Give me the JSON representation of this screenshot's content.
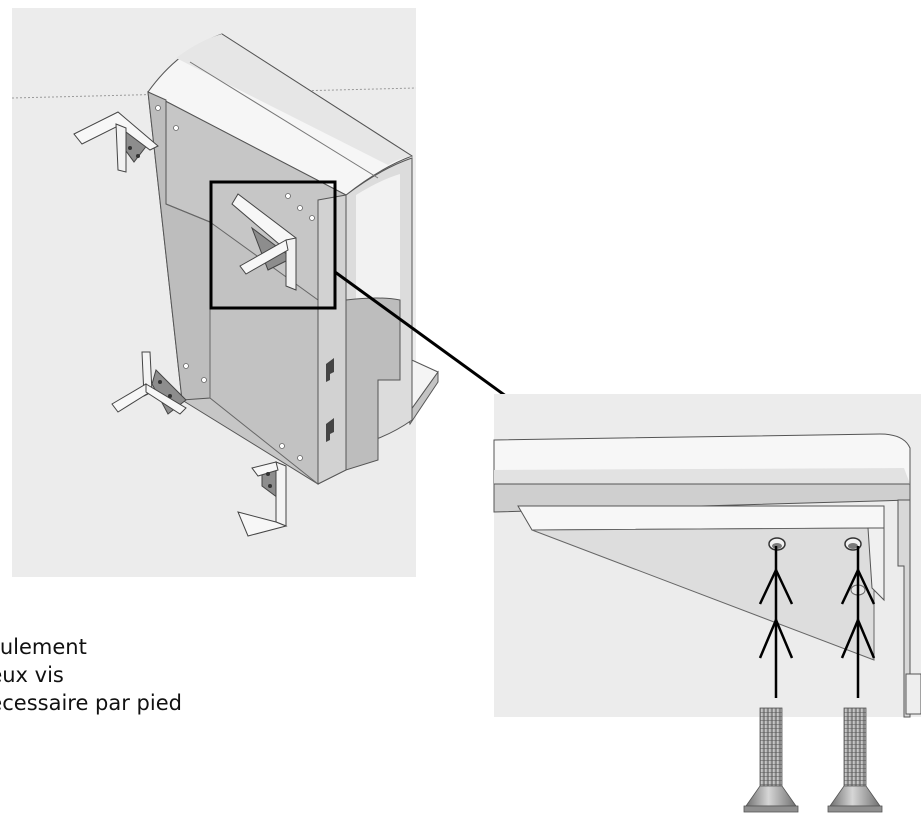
{
  "caption": {
    "lines": [
      "seulement",
      "deux vis",
      "nécessaire par pied"
    ]
  },
  "colors": {
    "scene_background": "#ececec",
    "model_face_light": "#f3f3f3",
    "model_face_mid": "#c9c9c9",
    "model_face_dark": "#a9a9a9",
    "bracket": "#f7f7f7",
    "gusset": "#8d8d8d",
    "highlight_box": "#000000",
    "arrow": "#000000",
    "screw": "#9a9a9a"
  },
  "icons": {
    "callout_box": "highlight-rectangle",
    "callout_arrow": "arrow-icon",
    "screw_left": "screw-icon",
    "screw_right": "screw-icon"
  }
}
